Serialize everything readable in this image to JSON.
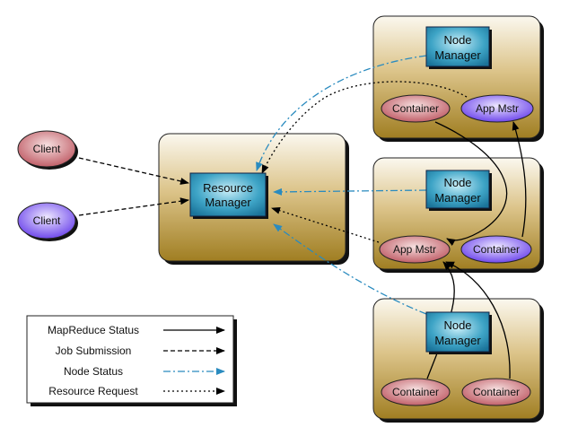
{
  "resource_manager": {
    "line1": "Resource",
    "line2": "Manager"
  },
  "node_manager": {
    "line1": "Node",
    "line2": "Manager"
  },
  "clients": [
    "Client",
    "Client"
  ],
  "nodes": [
    {
      "left": "Container",
      "right": "App Mstr"
    },
    {
      "left": "App Mstr",
      "right": "Container"
    },
    {
      "left": "Container",
      "right": "Container"
    }
  ],
  "legend": {
    "items": [
      "MapReduce Status",
      "Job Submission",
      "Node Status",
      "Resource Request"
    ]
  },
  "colors": {
    "node_status": "#2a8bbf",
    "box_gold": "#b8912e",
    "blue_box": "#2a8fb0",
    "client_red": "#c45c64",
    "client_purple": "#7a4ef0"
  }
}
